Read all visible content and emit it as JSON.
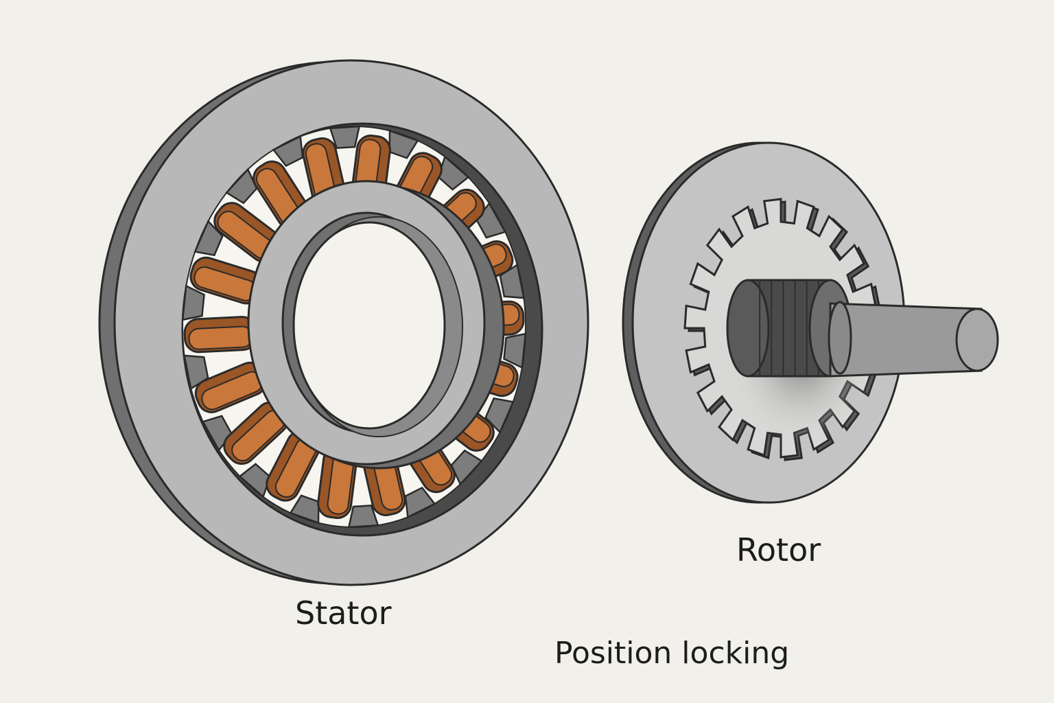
{
  "labels": {
    "stator": "Stator",
    "rotor": "Rotor",
    "position": "Position locking"
  },
  "colors": {
    "background": "#f2f0ea",
    "steel_face": "#b8b8b8",
    "steel_side": "#707070",
    "steel_dark": "#4a4a4a",
    "copper": "#c9773a",
    "copper_dark": "#9a5627",
    "outline": "#2a2a2a",
    "bore": "#f4f2ec"
  },
  "stator": {
    "coils": 18,
    "teeth": 18
  },
  "rotor": {
    "teeth": 18,
    "shaft_splines": 7
  }
}
